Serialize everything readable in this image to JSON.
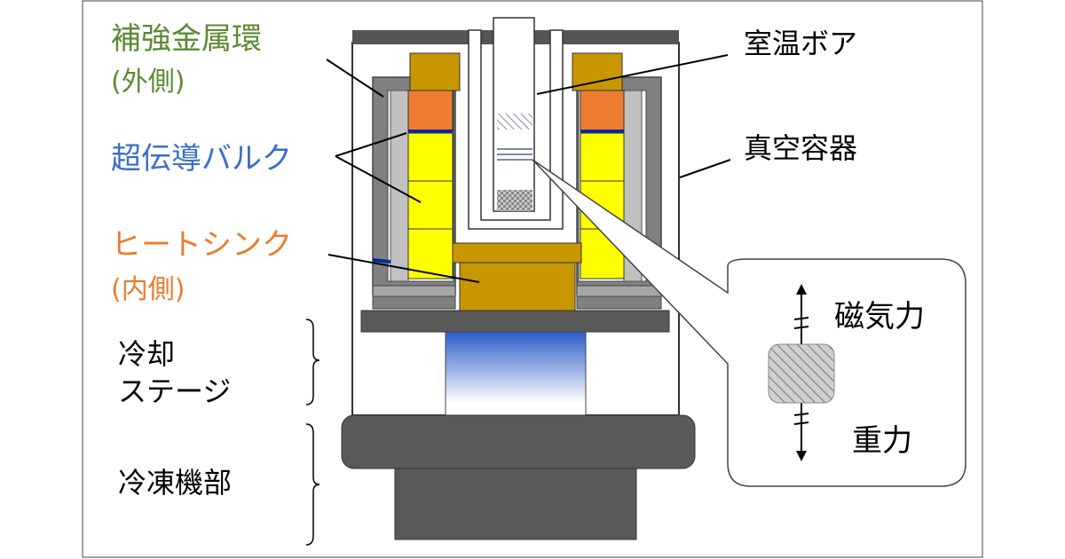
{
  "labels": {
    "reinforcement_ring": "補強金属環",
    "reinforcement_ring_note": "(外側)",
    "bulk": "超伝導バルク",
    "heat_sink": "ヒートシンク",
    "heat_sink_note": "(内側)",
    "cooling_stage_line1": "冷却",
    "cooling_stage_line2": "ステージ",
    "refrigerator": "冷凍機部",
    "room_temp_bore": "室温ボア",
    "vacuum_vessel": "真空容器",
    "magnetic_force": "磁気力",
    "gravity": "重力"
  },
  "colors": {
    "green": "#5a8a32",
    "blue": "#3a6fc9",
    "orange": "#e87d2c",
    "yellow": "#ffff00",
    "gold": "#c89600",
    "gray": "#808080",
    "dark_gray": "#555555"
  }
}
